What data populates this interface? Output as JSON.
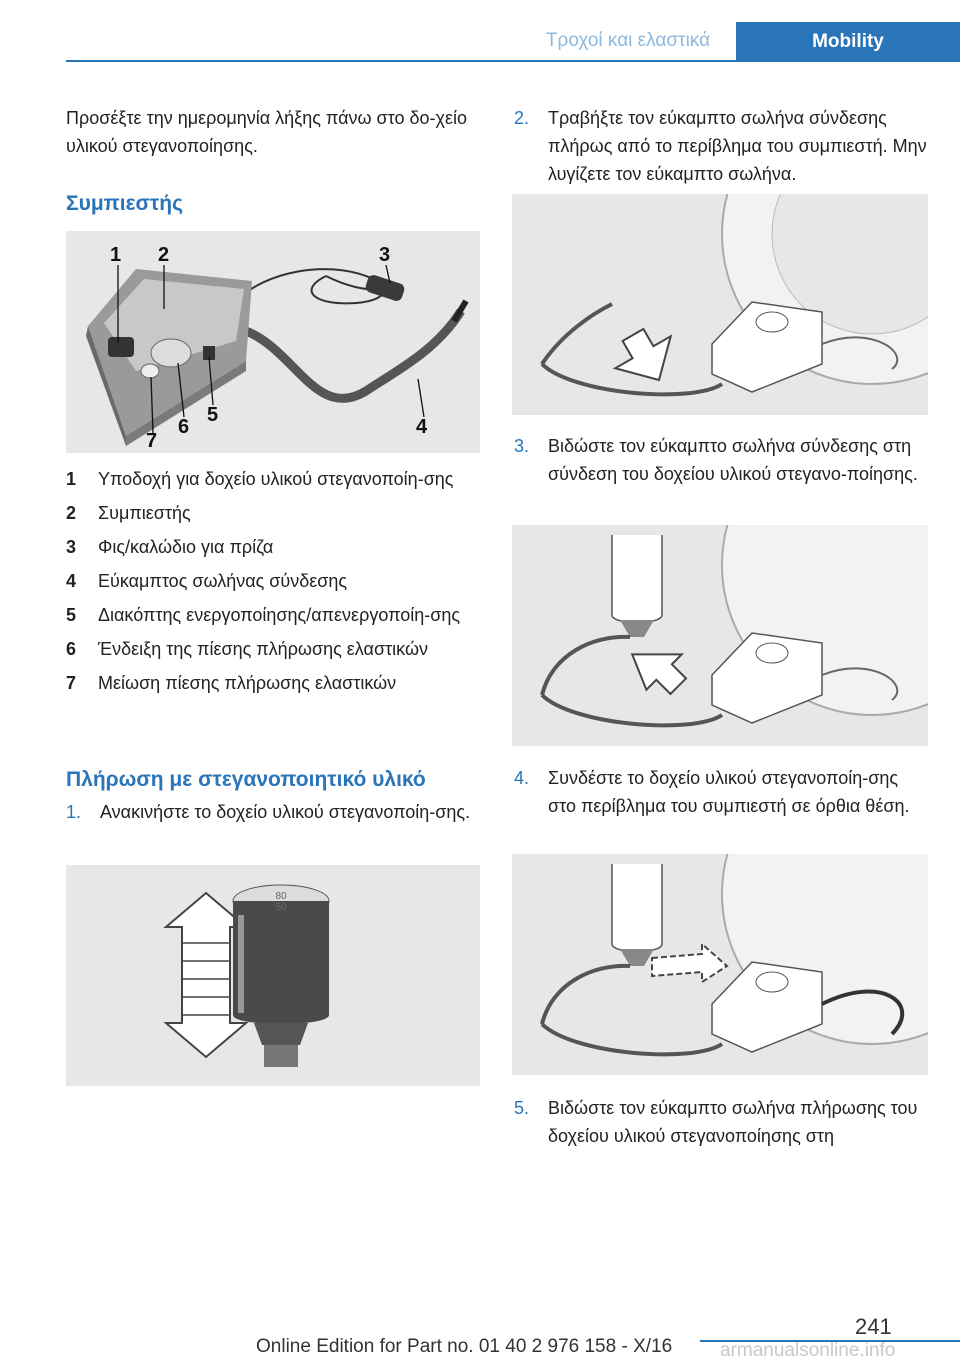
{
  "header": {
    "section": "Τροχοί και ελαστικά",
    "tab": "Mobility"
  },
  "intro": "Προσέξτε την ημερομηνία λήξης πάνω στο δο‐χείο υλικού στεγανοποίησης.",
  "compressor": {
    "heading": "Συμπιεστής",
    "callouts": [
      "1",
      "2",
      "3",
      "4",
      "5",
      "6",
      "7"
    ],
    "legend": [
      {
        "num": "1",
        "text": "Υποδοχή για δοχείο υλικού στεγανοποίη‐σης"
      },
      {
        "num": "2",
        "text": "Συμπιεστής"
      },
      {
        "num": "3",
        "text": "Φις/καλώδιο για πρίζα"
      },
      {
        "num": "4",
        "text": "Εύκαμπτος σωλήνας σύνδεσης"
      },
      {
        "num": "5",
        "text": "Διακόπτης ενεργοποίησης/απενεργοποίη‐σης"
      },
      {
        "num": "6",
        "text": "Ένδειξη της πίεσης πλήρωσης ελαστικών"
      },
      {
        "num": "7",
        "text": "Μείωση πίεσης πλήρωσης ελαστικών"
      }
    ]
  },
  "filling": {
    "heading": "Πλήρωση με στεγανοποιητικό υλικό",
    "steps": [
      {
        "num": "1.",
        "text": "Ανακινήστε το δοχείο υλικού στεγανοποίη‐σης."
      },
      {
        "num": "2.",
        "text": "Τραβήξτε τον εύκαμπτο σωλήνα σύνδεσης πλήρως από το περίβλημα του συμπιεστή. Μην λυγίζετε τον εύκαμπτο σωλήνα."
      },
      {
        "num": "3.",
        "text": "Βιδώστε τον εύκαμπτο σωλήνα σύνδεσης στη σύνδεση του δοχείου υλικού στεγανο‐ποίησης."
      },
      {
        "num": "4.",
        "text": "Συνδέστε το δοχείο υλικού στεγανοποίη‐σης στο περίβλημα του συμπιεστή σε όρθια θέση."
      },
      {
        "num": "5.",
        "text": "Βιδώστε τον εύκαμπτο σωλήνα πλήρωσης του δοχείου υλικού στεγανοποίησης στη"
      }
    ],
    "bottle_label": [
      "80",
      "50"
    ]
  },
  "footer": {
    "page_number": "241",
    "edition": "Online Edition for Part no. 01 40 2 976 158 - X/16",
    "watermark": "armanualsonline.info"
  }
}
